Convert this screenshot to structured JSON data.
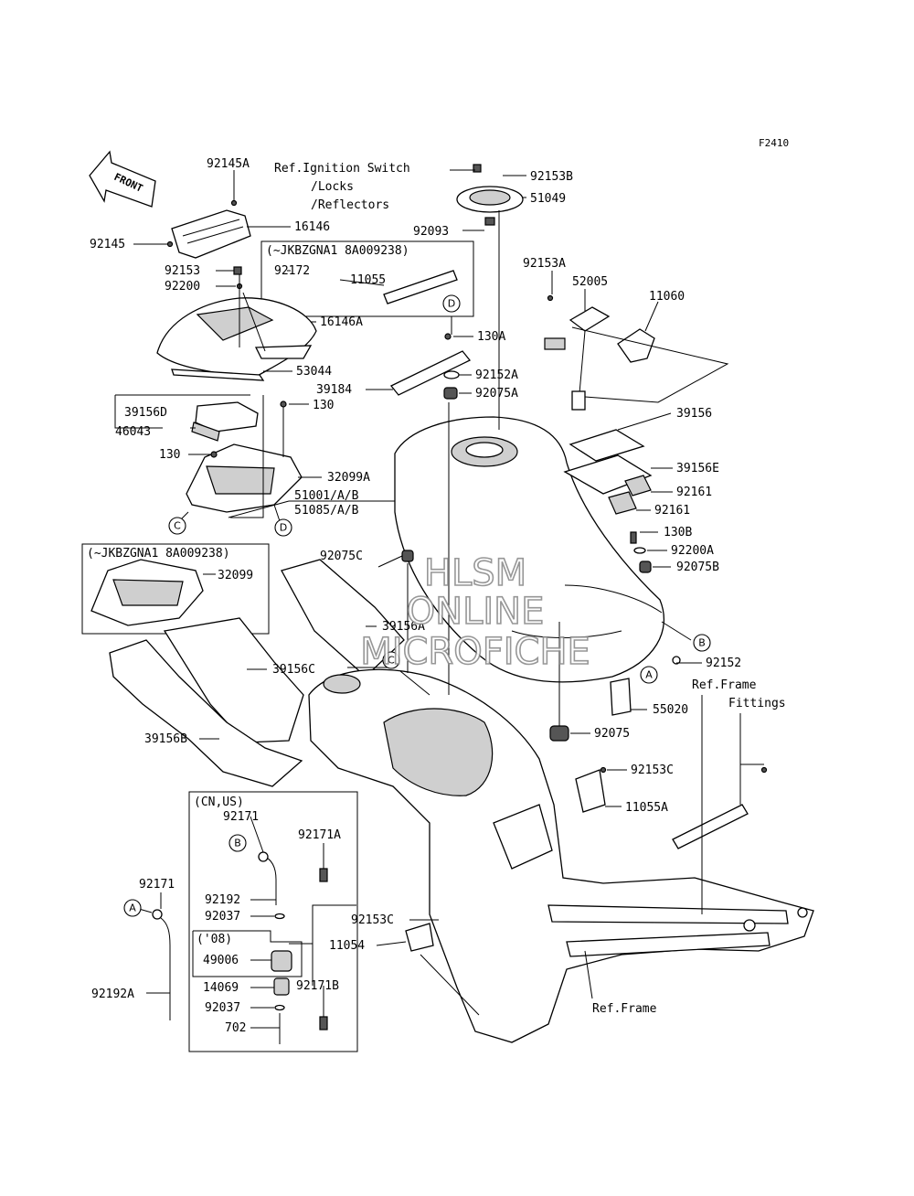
{
  "figure_code": "F2410",
  "front_label": "FRONT",
  "watermark": [
    "HLSM",
    "ONLINE",
    "MICROFICHE"
  ],
  "refs": {
    "ignition": [
      "Ref.Ignition Switch",
      "/Locks",
      "/Reflectors"
    ],
    "frame_fittings": [
      "Ref.Frame",
      "Fittings"
    ],
    "frame": "Ref.Frame"
  },
  "groups": {
    "serial_1": "(~JKBZGNA1 8A009238)",
    "serial_2": "(~JKBZGNA1 8A009238)",
    "cn_us": "(CN,US)",
    "year_08": "('08)"
  },
  "markers": [
    "A",
    "B",
    "C",
    "D"
  ],
  "parts": {
    "p92145A": "92145A",
    "p16146": "16146",
    "p92145": "92145",
    "p92153": "92153",
    "p92172": "92172",
    "p11055": "11055",
    "p92200": "92200",
    "p16146A": "16146A",
    "p53044": "53044",
    "p39156D": "39156D",
    "p46043": "46043",
    "p130": "130",
    "p130b": "130",
    "p32099A": "32099A",
    "p51001": "51001/A/B",
    "p51085": "51085/A/B",
    "p92075C": "92075C",
    "p32099": "32099",
    "p39156A": "39156A",
    "p39156C": "39156C",
    "p39156B": "39156B",
    "p92153B": "92153B",
    "p51049": "51049",
    "p92093": "92093",
    "p92153A": "92153A",
    "p52005": "52005",
    "p11060": "11060",
    "p130A": "130A",
    "p39184": "39184",
    "p92152A": "92152A",
    "p92075A": "92075A",
    "p39156": "39156",
    "p39156E": "39156E",
    "p92161a": "92161",
    "p92161b": "92161",
    "p130B": "130B",
    "p92200A": "92200A",
    "p92075B": "92075B",
    "p92152": "92152",
    "p55020": "55020",
    "p92075": "92075",
    "p92153C": "92153C",
    "p11055A": "11055A",
    "p92153C2": "92153C",
    "p11054": "11054",
    "p92171": "92171",
    "p92171A": "92171A",
    "p92192": "92192",
    "p92037": "92037",
    "p49006": "49006",
    "p14069": "14069",
    "p92037b": "92037",
    "p702": "702",
    "p92171B": "92171B",
    "p92171c": "92171",
    "p92192A": "92192A"
  }
}
